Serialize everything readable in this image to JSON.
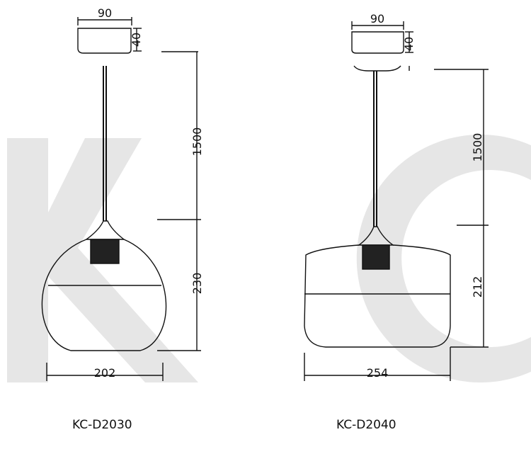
{
  "watermark": {
    "letters": [
      "K",
      "C"
    ],
    "color": "#e6e6e6"
  },
  "lamp_1": {
    "canopy_width": "90",
    "canopy_height": "40",
    "cord_length": "1500",
    "shade_height": "230",
    "shade_width": "202",
    "model": "KC-D2030"
  },
  "lamp_2": {
    "canopy_width": "90",
    "canopy_height": "40",
    "cord_length": "1500",
    "shade_height": "212",
    "shade_width": "254",
    "model": "KC-D2040"
  }
}
